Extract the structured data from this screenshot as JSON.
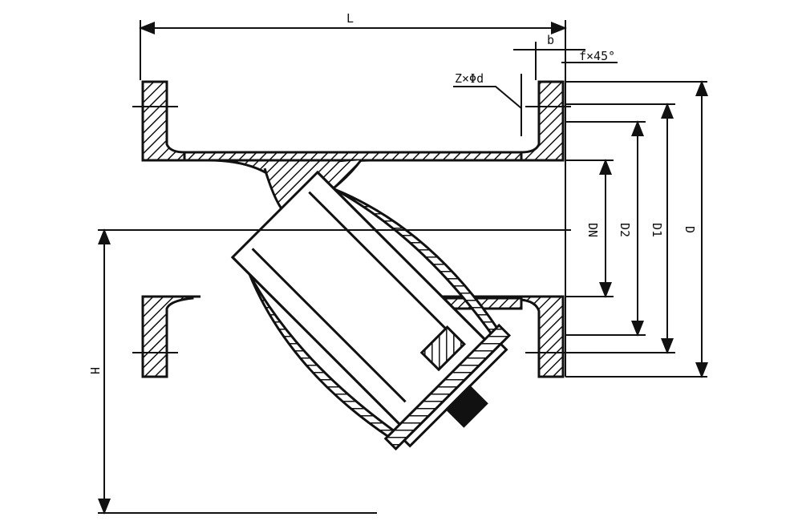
{
  "title": "Y-strainer flanged dimension drawing",
  "labels": {
    "length": "L",
    "flange_thickness": "b",
    "chamfer": "f×45°",
    "bolt_holes": "Z×Φd",
    "nominal_diameter": "DN",
    "raised_face_diameter": "D2",
    "bolt_circle_diameter": "D1",
    "flange_diameter": "D",
    "height": "H"
  },
  "colors": {
    "line": "#111111",
    "background": "#ffffff"
  }
}
